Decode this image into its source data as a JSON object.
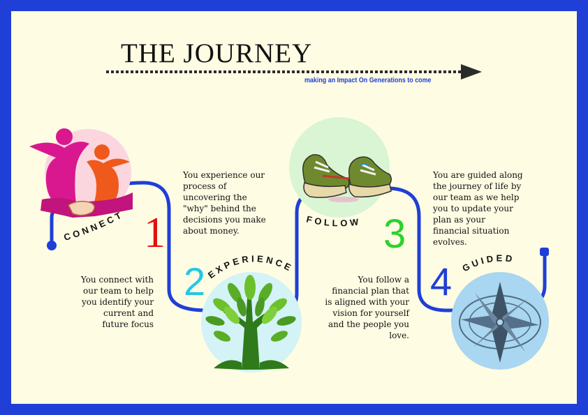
{
  "title": "THE JOURNEY",
  "subtitle": "making an Impact On Generations to come",
  "steps": [
    {
      "number": "1",
      "label": "CONNECT",
      "description": "You connect with our team to help you identify your current and future focus",
      "icon": "handshake-people-icon",
      "number_color": "#e01010",
      "circle_color": "#fbd6df"
    },
    {
      "number": "2",
      "label": "EXPERIENCE",
      "description": "You experience our process of uncovering the \"why\" behind the decisions you make about money.",
      "icon": "tree-hands-icon",
      "number_color": "#22c8e6",
      "circle_color": "#d3f3f6"
    },
    {
      "number": "3",
      "label": "FOLLOW",
      "description": "You follow a financial plan that is aligned with your vision for yourself and the people you love.",
      "icon": "sneakers-icon",
      "number_color": "#2dd12d",
      "circle_color": "#d9f5d3"
    },
    {
      "number": "4",
      "label": "GUIDED",
      "description": "You are guided along the journey of life by our team as we help you to update your plan as your financial situation evolves.",
      "icon": "compass-icon",
      "number_color": "#1f3fd6",
      "circle_color": "#a9d6f0"
    }
  ],
  "colors": {
    "border": "#1f3fd6",
    "background": "#fefce3",
    "path": "#1f3fd6",
    "arrow": "#2b2b2b"
  }
}
